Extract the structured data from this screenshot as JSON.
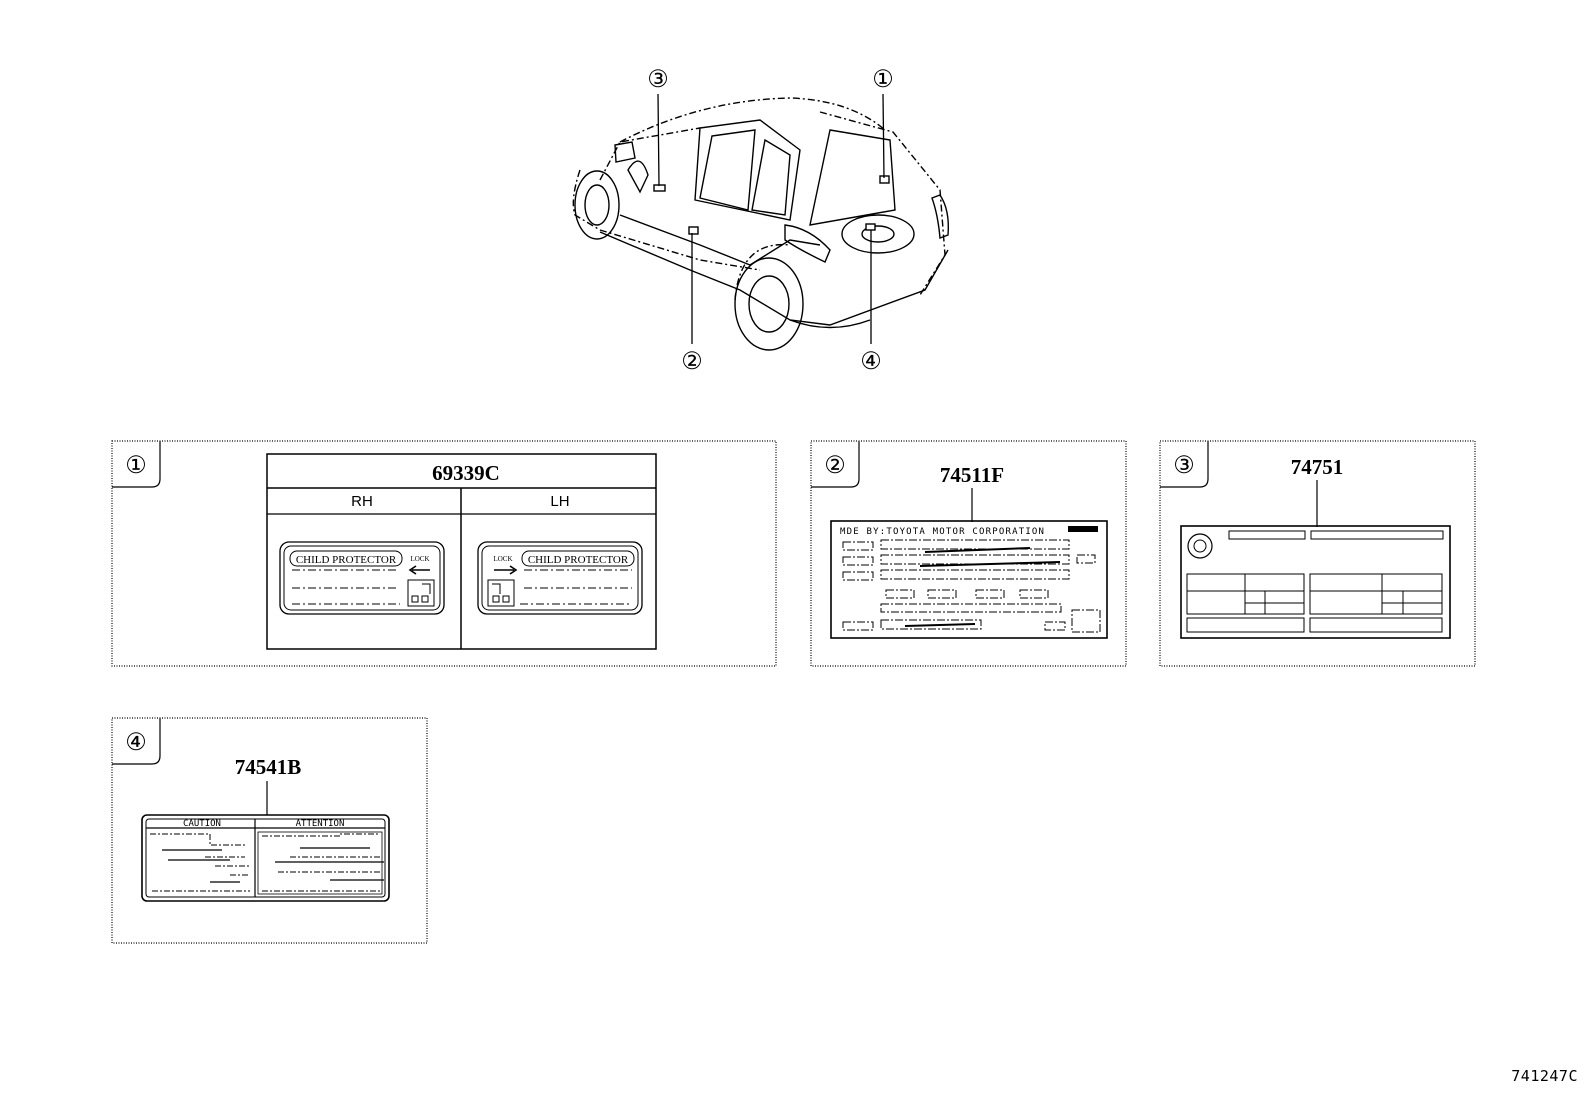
{
  "callouts": {
    "c1": "①",
    "c2": "②",
    "c3": "③",
    "c4": "④"
  },
  "panel1": {
    "index": "①",
    "part_number": "69339C",
    "col_right": "RH",
    "col_left": "LH",
    "label_title": "CHILD PROTECTOR",
    "lock_text": "LOCK"
  },
  "panel2": {
    "index": "②",
    "part_number": "74511F",
    "maker_line": "MDE BY:TOYOTA MOTOR CORPORATION"
  },
  "panel3": {
    "index": "③",
    "part_number": "74751"
  },
  "panel4": {
    "index": "④",
    "part_number": "74541B",
    "caution": "CAUTION",
    "attention": "ATTENTION"
  },
  "document_id": "741247C"
}
